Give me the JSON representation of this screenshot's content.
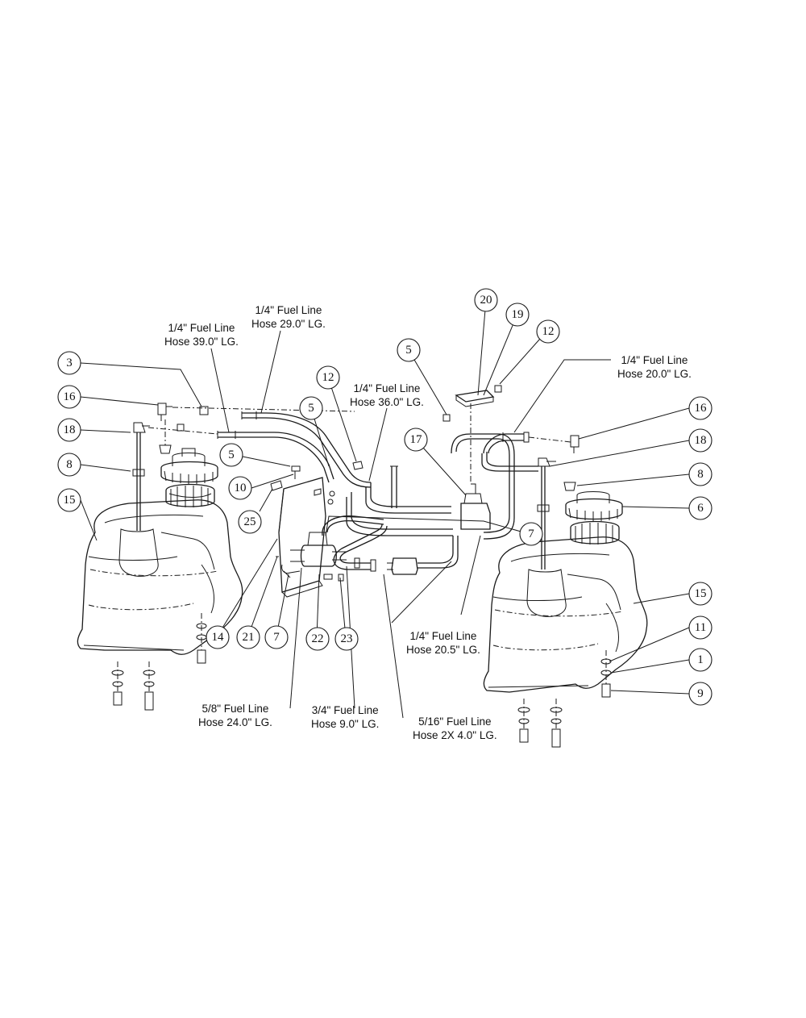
{
  "hose_notes": [
    {
      "id": "hose-29",
      "line1": "1/4\" Fuel Line",
      "line2": "Hose 29.0\" LG."
    },
    {
      "id": "hose-39",
      "line1": "1/4\" Fuel Line",
      "line2": "Hose 39.0\" LG."
    },
    {
      "id": "hose-36",
      "line1": "1/4\" Fuel Line",
      "line2": "Hose 36.0\" LG."
    },
    {
      "id": "hose-20",
      "line1": "1/4\" Fuel Line",
      "line2": "Hose 20.0\" LG."
    },
    {
      "id": "hose-20-5",
      "line1": "1/4\" Fuel Line",
      "line2": "Hose 20.5\" LG."
    },
    {
      "id": "hose-24",
      "line1": "5/8\" Fuel Line",
      "line2": "Hose 24.0\" LG."
    },
    {
      "id": "hose-9",
      "line1": "3/4\" Fuel Line",
      "line2": "Hose 9.0\" LG."
    },
    {
      "id": "hose-2x4",
      "line1": "5/16\" Fuel Line",
      "line2": "Hose 2X 4.0\" LG."
    }
  ],
  "callouts": [
    "3",
    "16",
    "18",
    "8",
    "15",
    "5",
    "10",
    "25",
    "12",
    "5",
    "17",
    "20",
    "19",
    "12",
    "5",
    "14",
    "21",
    "7",
    "22",
    "23",
    "7",
    "16",
    "18",
    "8",
    "6",
    "15",
    "11",
    "1",
    "9"
  ]
}
